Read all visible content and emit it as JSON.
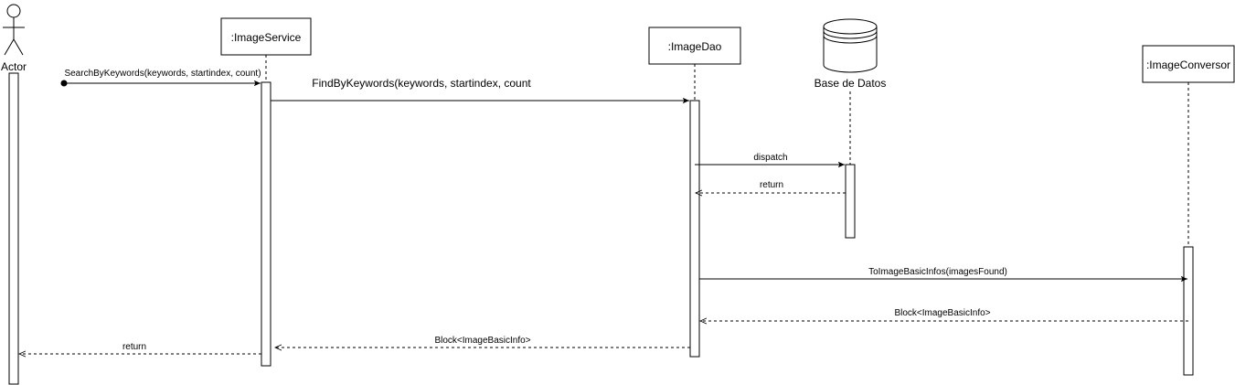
{
  "participants": {
    "actor": "Actor",
    "image_service": ":ImageService",
    "image_dao": ":ImageDao",
    "database": "Base de Datos",
    "image_conversor": ":ImageConversor"
  },
  "messages": {
    "search_by_keywords": "SearchByKeywords(keywords, startindex, count)",
    "find_by_keywords": "FindByKeywords(keywords, startindex, count",
    "dispatch": "dispatch",
    "return_db": "return",
    "to_image_basic_infos": "ToImageBasicInfos(imagesFound)",
    "block_from_conversor": "Block<ImageBasicInfo>",
    "block_from_dao": "Block<ImageBasicInfo>",
    "return_service": "return"
  },
  "colors": {
    "stroke": "#000000",
    "fill": "#ffffff"
  }
}
